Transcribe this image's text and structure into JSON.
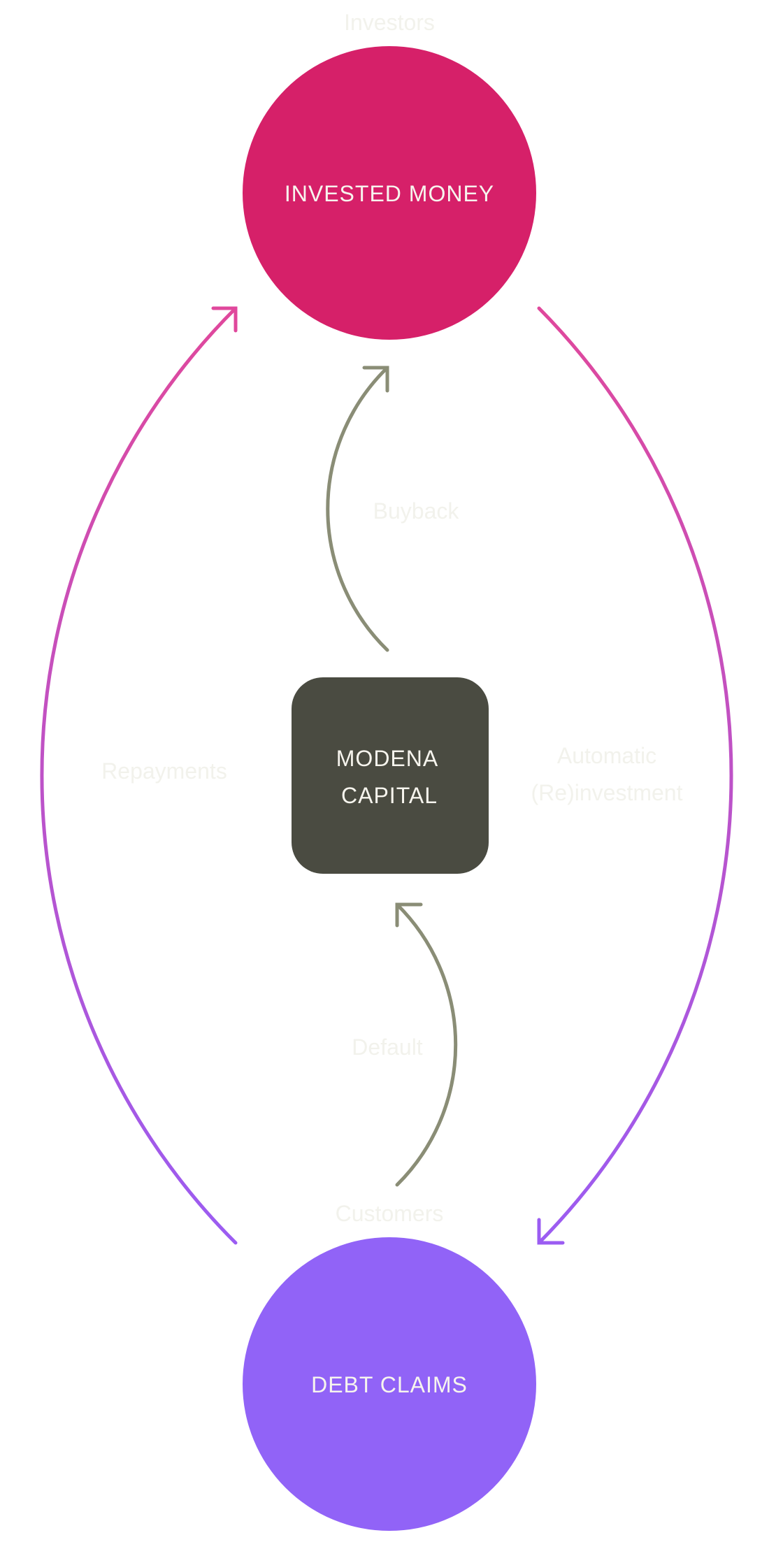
{
  "nodes": {
    "investors_label": "Investors",
    "invested_money": "INVESTED MONEY",
    "center_line1": "MODENA",
    "center_line2": "CAPITAL",
    "customers_label": "Customers",
    "debt_claims": "DEBT CLAIMS"
  },
  "edges": {
    "buyback": "Buyback",
    "repayments": "Repayments",
    "automatic_line1": "Automatic",
    "automatic_line2": "(Re)investment",
    "default": "Default"
  },
  "colors": {
    "invested_money": "#d62069",
    "debt_claims": "#9163f7",
    "center_box": "#4a4b41",
    "inner_arrows": "#8a8d76",
    "outer_gradient_top": "#e0489c",
    "outer_gradient_bottom": "#9b5cf2",
    "label_text": "#f2f2ec"
  }
}
